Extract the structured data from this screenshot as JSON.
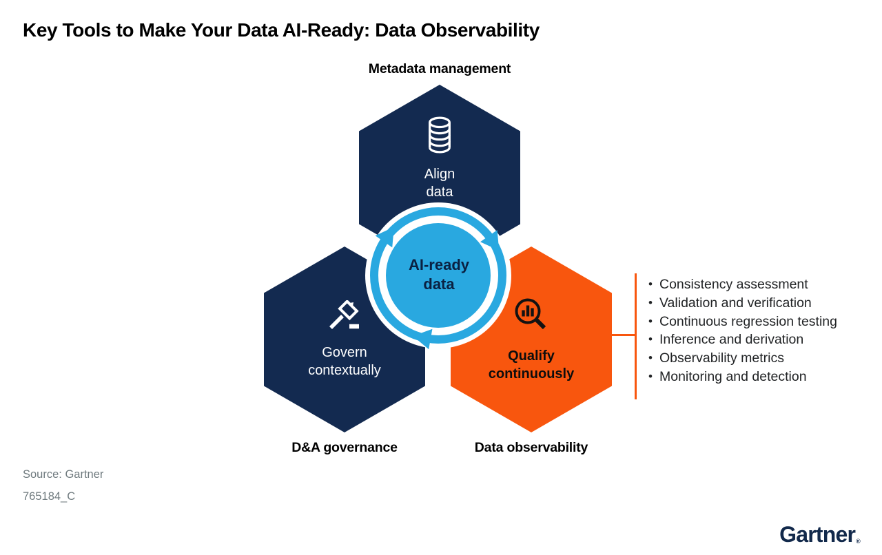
{
  "title": "Key Tools to Make Your Data AI-Ready: Data Observability",
  "colors": {
    "navy": "#132a50",
    "blue": "#29a8e0",
    "orange": "#f8560e",
    "logo_navy": "#12294b"
  },
  "hexagons": {
    "top": {
      "outer_label": "Metadata management",
      "inner_line1": "Align",
      "inner_line2": "data",
      "icon": "database-icon"
    },
    "left": {
      "outer_label": "D&A governance",
      "inner_line1": "Govern",
      "inner_line2": "contextually",
      "icon": "gavel-icon"
    },
    "right": {
      "outer_label": "Data observability",
      "inner_line1": "Qualify",
      "inner_line2": "continuously",
      "icon": "magnifier-bar-chart-icon"
    }
  },
  "center": {
    "line1": "AI-ready",
    "line2": "data"
  },
  "callout": {
    "items": [
      "Consistency assessment",
      "Validation and verification",
      "Continuous regression testing",
      "Inference and derivation",
      "Observability metrics",
      "Monitoring and detection"
    ]
  },
  "footer": {
    "source": "Source: Gartner",
    "doc_id": "765184_C",
    "logo": "Gartner",
    "registered_mark": "®"
  }
}
